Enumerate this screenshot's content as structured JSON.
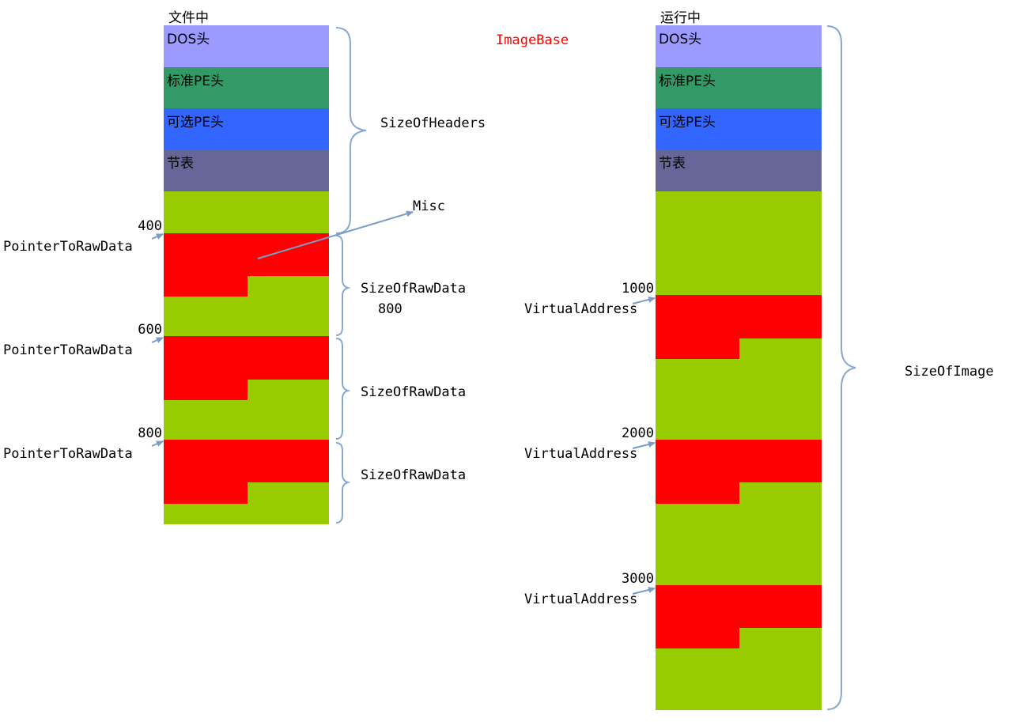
{
  "colors": {
    "dos": "#9b9bff",
    "pe_std": "#339966",
    "pe_opt": "#3366ff",
    "section_table": "#666699",
    "filler": "#99cc00",
    "section": "#ff0000",
    "accent_red": "#ff0000"
  },
  "file_view": {
    "title": "文件中",
    "dos": "DOS头",
    "pe_std": "标准PE头",
    "pe_opt": "可选PE头",
    "section_table": "节表",
    "size_of_headers": "SizeOfHeaders",
    "misc": "Misc",
    "sections": [
      {
        "offset": "400",
        "pointer": "PointerToRawData",
        "size_label": "SizeOfRawData",
        "size_value": "800"
      },
      {
        "offset": "600",
        "pointer": "PointerToRawData",
        "size_label": "SizeOfRawData",
        "size_value": ""
      },
      {
        "offset": "800",
        "pointer": "PointerToRawData",
        "size_label": "SizeOfRawData",
        "size_value": ""
      }
    ]
  },
  "image_base": "ImageBase",
  "memory_view": {
    "title": "运行中",
    "dos": "DOS头",
    "pe_std": "标准PE头",
    "pe_opt": "可选PE头",
    "section_table": "节表",
    "size_of_image": "SizeOfImage",
    "sections": [
      {
        "address": "1000",
        "label": "VirtualAddress"
      },
      {
        "address": "2000",
        "label": "VirtualAddress"
      },
      {
        "address": "3000",
        "label": "VirtualAddress"
      }
    ]
  }
}
